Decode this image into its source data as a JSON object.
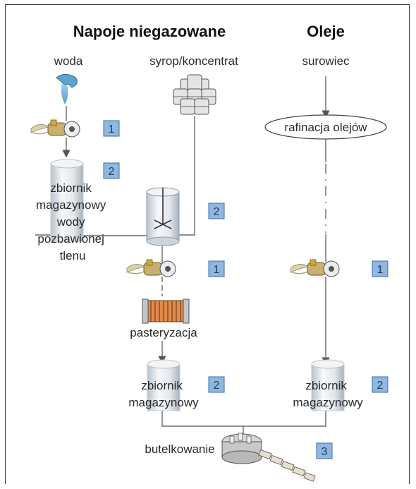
{
  "titles": {
    "left": "Napoje niegazowane",
    "right": "Oleje"
  },
  "labels": {
    "water": "woda",
    "syrup": "syrop/koncentrat",
    "raw": "surowiec",
    "refining": "rafinacja olejów",
    "tank_water_lines": [
      "zbiornik",
      "magazynowy",
      "wody",
      "pozbawionej",
      "tlenu"
    ],
    "pasteurization": "pasteryzacja",
    "tank_lines": [
      "zbiornik",
      "magazynowy"
    ],
    "bottling": "butelkowanie"
  },
  "badges": {
    "sensor_water": "1",
    "tank_water": "2",
    "mixer": "2",
    "sensor_mid": "1",
    "sensor_oil": "1",
    "tank_mid": "2",
    "tank_oil": "2",
    "bottling": "3"
  },
  "colors": {
    "badge_fill": "#8fb8e0",
    "badge_stroke": "#3c6c9c",
    "line": "#6a6a6a"
  }
}
